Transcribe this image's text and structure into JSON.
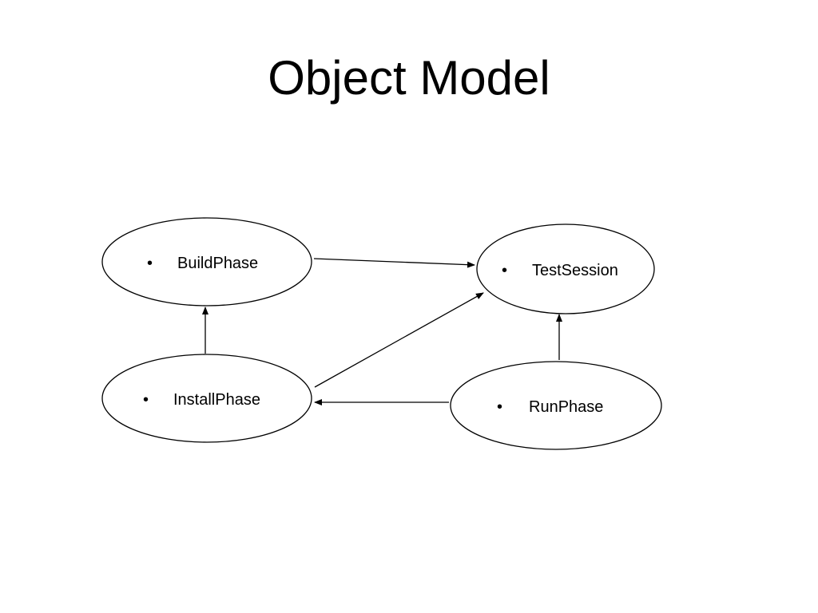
{
  "title": "Object Model",
  "bullet_glyph": "•",
  "nodes": {
    "build_phase": {
      "label": "BuildPhase"
    },
    "test_session": {
      "label": "TestSession"
    },
    "install_phase": {
      "label": "InstallPhase"
    },
    "run_phase": {
      "label": "RunPhase"
    }
  },
  "edges": [
    {
      "from": "BuildPhase",
      "to": "TestSession"
    },
    {
      "from": "InstallPhase",
      "to": "BuildPhase"
    },
    {
      "from": "InstallPhase",
      "to": "TestSession"
    },
    {
      "from": "RunPhase",
      "to": "TestSession"
    },
    {
      "from": "RunPhase",
      "to": "InstallPhase"
    }
  ],
  "colors": {
    "background": "#ffffff",
    "stroke": "#000000",
    "text": "#000000"
  }
}
